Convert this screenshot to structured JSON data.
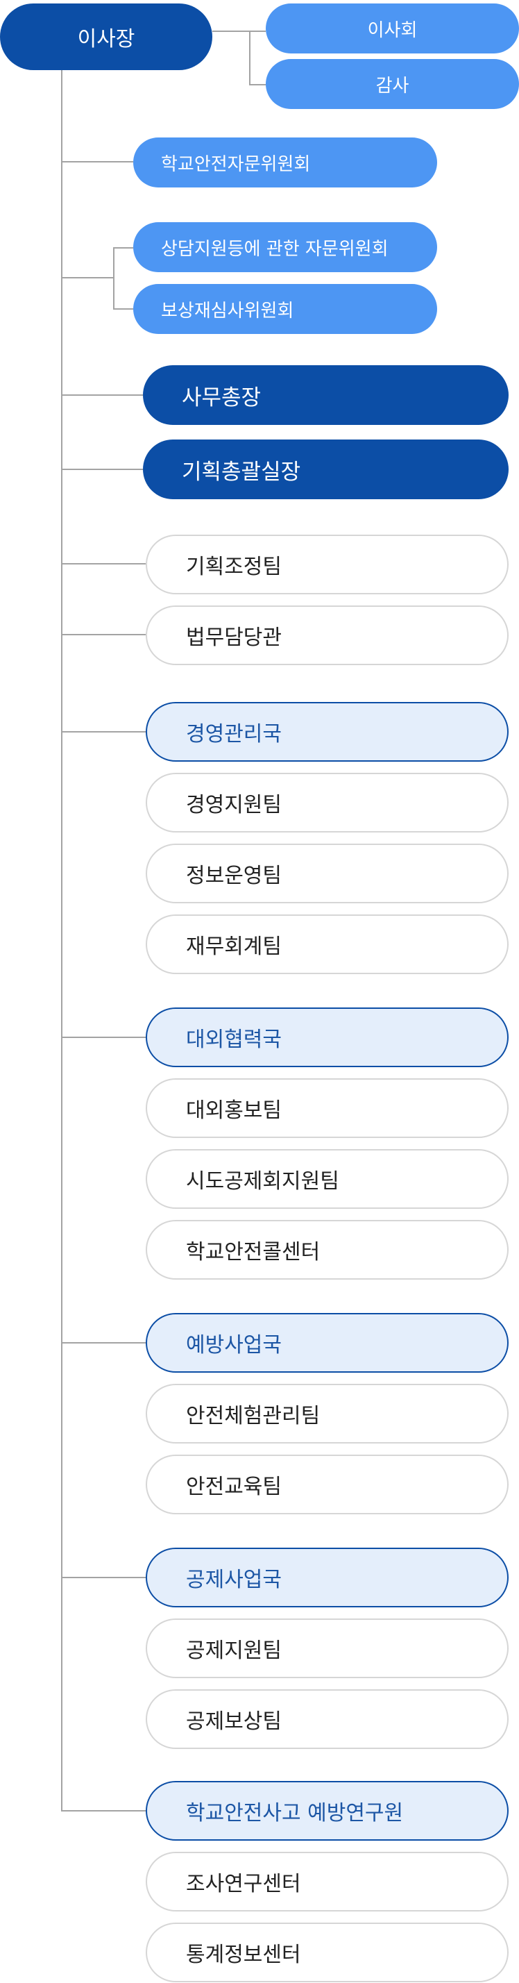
{
  "chairman": {
    "label": "이사장"
  },
  "board": [
    {
      "label": "이사회"
    },
    {
      "label": "감사"
    }
  ],
  "committees": [
    {
      "label": "학교안전자문위원회"
    },
    {
      "label": "상담지원등에 관한 자문위원회"
    },
    {
      "label": "보상재심사위원회"
    }
  ],
  "executives": [
    {
      "label": "사무총장"
    },
    {
      "label": "기획총괄실장"
    }
  ],
  "staff_teams": [
    {
      "label": "기획조정팀"
    },
    {
      "label": "법무담당관"
    }
  ],
  "bureaus": [
    {
      "label": "경영관리국",
      "teams": [
        {
          "label": "경영지원팀"
        },
        {
          "label": "정보운영팀"
        },
        {
          "label": "재무회계팀"
        }
      ]
    },
    {
      "label": "대외협력국",
      "teams": [
        {
          "label": "대외홍보팀"
        },
        {
          "label": "시도공제회지원팀"
        },
        {
          "label": "학교안전콜센터"
        }
      ]
    },
    {
      "label": "예방사업국",
      "teams": [
        {
          "label": "안전체험관리팀"
        },
        {
          "label": "안전교육팀"
        }
      ]
    },
    {
      "label": "공제사업국",
      "teams": [
        {
          "label": "공제지원팀"
        },
        {
          "label": "공제보상팀"
        }
      ]
    },
    {
      "label": "학교안전사고 예방연구원",
      "teams": [
        {
          "label": "조사연구센터"
        },
        {
          "label": "통계정보센터"
        }
      ]
    }
  ],
  "colors": {
    "primary": "#0c4ea6",
    "secondary": "#4d96f3",
    "bureau_fill": "#e4eefb",
    "team_border": "#d6d6d6",
    "connector": "#a3a3a3"
  }
}
